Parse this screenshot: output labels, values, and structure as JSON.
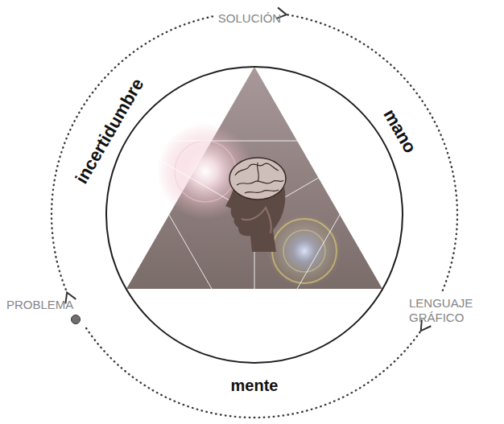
{
  "diagram": {
    "nodes": [
      {
        "text": [
          "SOLUCIÓN"
        ]
      },
      {
        "text": [
          "PROBLEMA"
        ]
      },
      {
        "text": [
          "LENGUAJE GRÁFICO"
        ]
      }
    ],
    "edges": [
      {
        "from": 1,
        "to": 2,
        "arrow": "to"
      },
      {
        "from": 2,
        "to": 0,
        "arrow": "to"
      },
      {
        "from": 0,
        "to": 1,
        "arrow": "to"
      }
    ],
    "labels": [
      "incertidumbre",
      "mano",
      "mente"
    ]
  }
}
